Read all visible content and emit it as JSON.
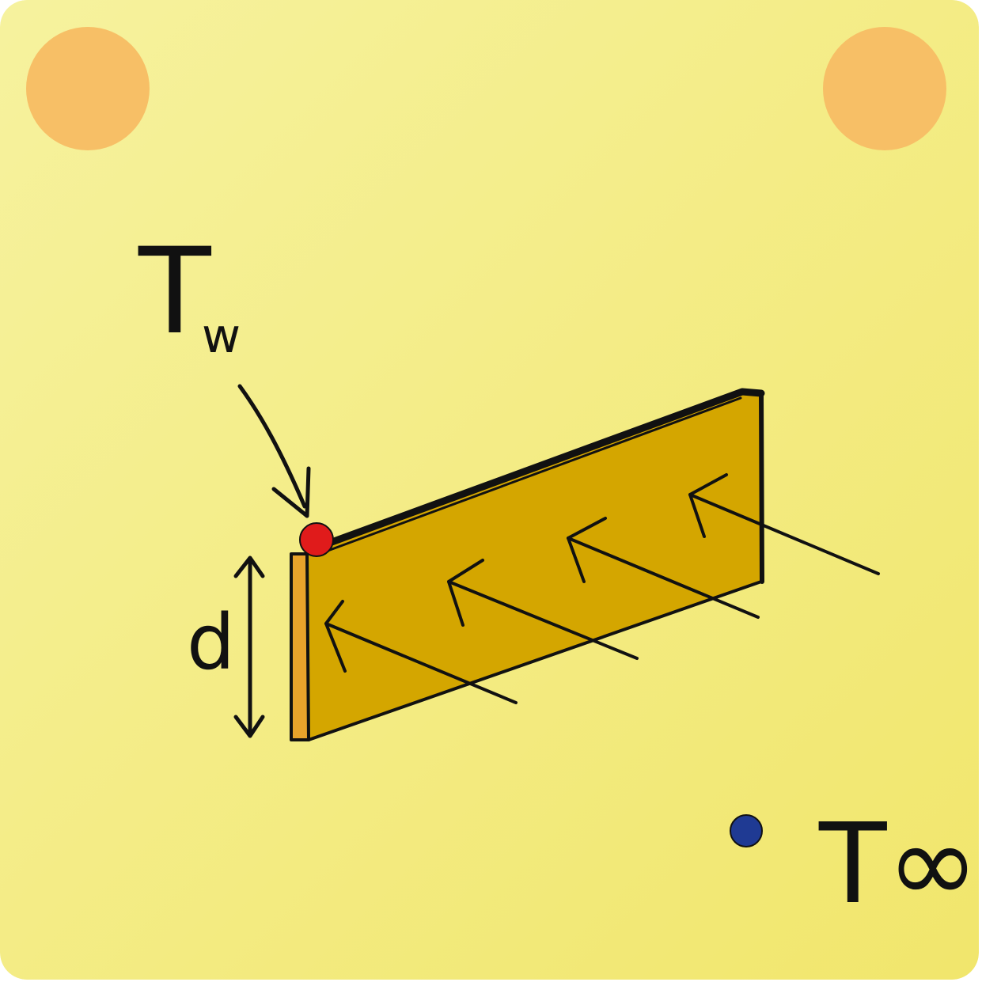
{
  "labels": {
    "wall_temp_main": "T",
    "wall_temp_sub": "w",
    "thickness": "d",
    "ambient_temp": "T∞"
  },
  "colors": {
    "background_light": "#f6f29e",
    "background_dark": "#f1e66c",
    "corner_dot": "#f7bf66",
    "plate_face": "#d4a600",
    "plate_edge": "#e8a32b",
    "wall_point": "#e01b1b",
    "ambient_point": "#1f3a93",
    "ink": "#111111"
  },
  "icons": {
    "wall_point": "red-dot-icon",
    "ambient_point": "blue-dot-icon",
    "corner_marks": "orange-circle-icon",
    "flow_arrows": "chevron-left-arrow-icon",
    "thickness_arrow": "double-headed-arrow-icon"
  }
}
